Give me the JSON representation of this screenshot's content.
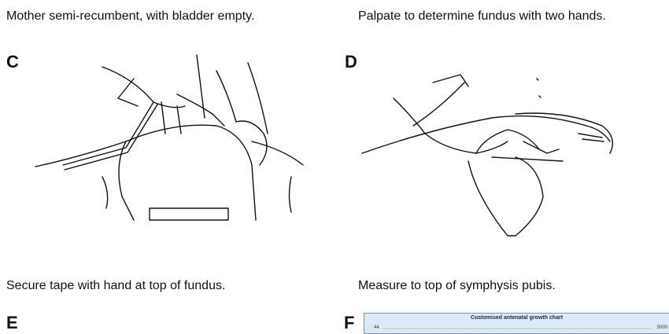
{
  "captions": {
    "top_left": "Mother semi-recumbent, with bladder empty.",
    "top_right": "Palpate to determine fundus with two hands.",
    "bottom_left": "Secure tape with hand at top of fundus.",
    "bottom_right": "Measure to top of symphysis pubis."
  },
  "panels": {
    "c": "C",
    "d": "D",
    "e": "E",
    "f": "F"
  },
  "chart_preview": {
    "title": "Customised antenatal growth chart",
    "left_value": "44",
    "right_value": "5000"
  }
}
